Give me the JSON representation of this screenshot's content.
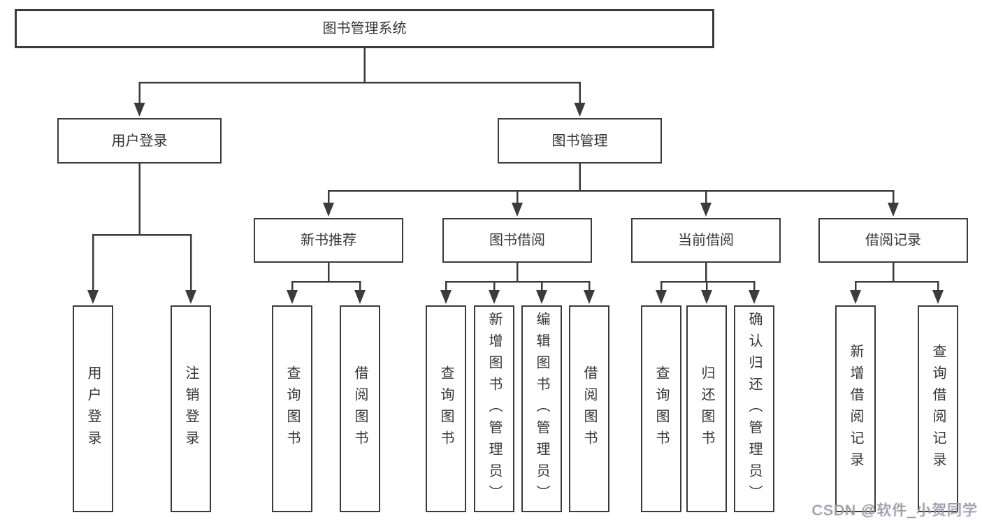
{
  "tree": {
    "id": "root",
    "label": "图书管理系统",
    "children": [
      {
        "id": "user-login",
        "label": "用户登录",
        "children": [
          {
            "id": "leaf-user-login",
            "label": "用户登录"
          },
          {
            "id": "leaf-logout",
            "label": "注销登录"
          }
        ]
      },
      {
        "id": "book-mgmt",
        "label": "图书管理",
        "children": [
          {
            "id": "new-book-rec",
            "label": "新书推荐",
            "children": [
              {
                "id": "leaf-nb-query",
                "label": "查询图书"
              },
              {
                "id": "leaf-nb-borrow",
                "label": "借阅图书"
              }
            ]
          },
          {
            "id": "book-borrow",
            "label": "图书借阅",
            "children": [
              {
                "id": "leaf-bb-query",
                "label": "查询图书"
              },
              {
                "id": "leaf-bb-add",
                "label": "新增图书（管理员）"
              },
              {
                "id": "leaf-bb-edit",
                "label": "编辑图书（管理员）"
              },
              {
                "id": "leaf-bb-borrow",
                "label": "借阅图书"
              }
            ]
          },
          {
            "id": "current-borrow",
            "label": "当前借阅",
            "children": [
              {
                "id": "leaf-cb-query",
                "label": "查询图书"
              },
              {
                "id": "leaf-cb-return",
                "label": "归还图书"
              },
              {
                "id": "leaf-cb-confirm",
                "label": "确认归还（管理员）"
              }
            ]
          },
          {
            "id": "borrow-record",
            "label": "借阅记录",
            "children": [
              {
                "id": "leaf-br-add",
                "label": "新增借阅记录"
              },
              {
                "id": "leaf-br-query",
                "label": "查询借阅记录"
              }
            ]
          }
        ]
      }
    ]
  },
  "watermark": {
    "text": "CSDN @软件_小贺同学"
  },
  "colors": {
    "line": "#3b3b3b",
    "box_border": "#3b3b3b",
    "text": "#363636",
    "background": "#ffffff",
    "watermark": "#9b9ba1"
  }
}
